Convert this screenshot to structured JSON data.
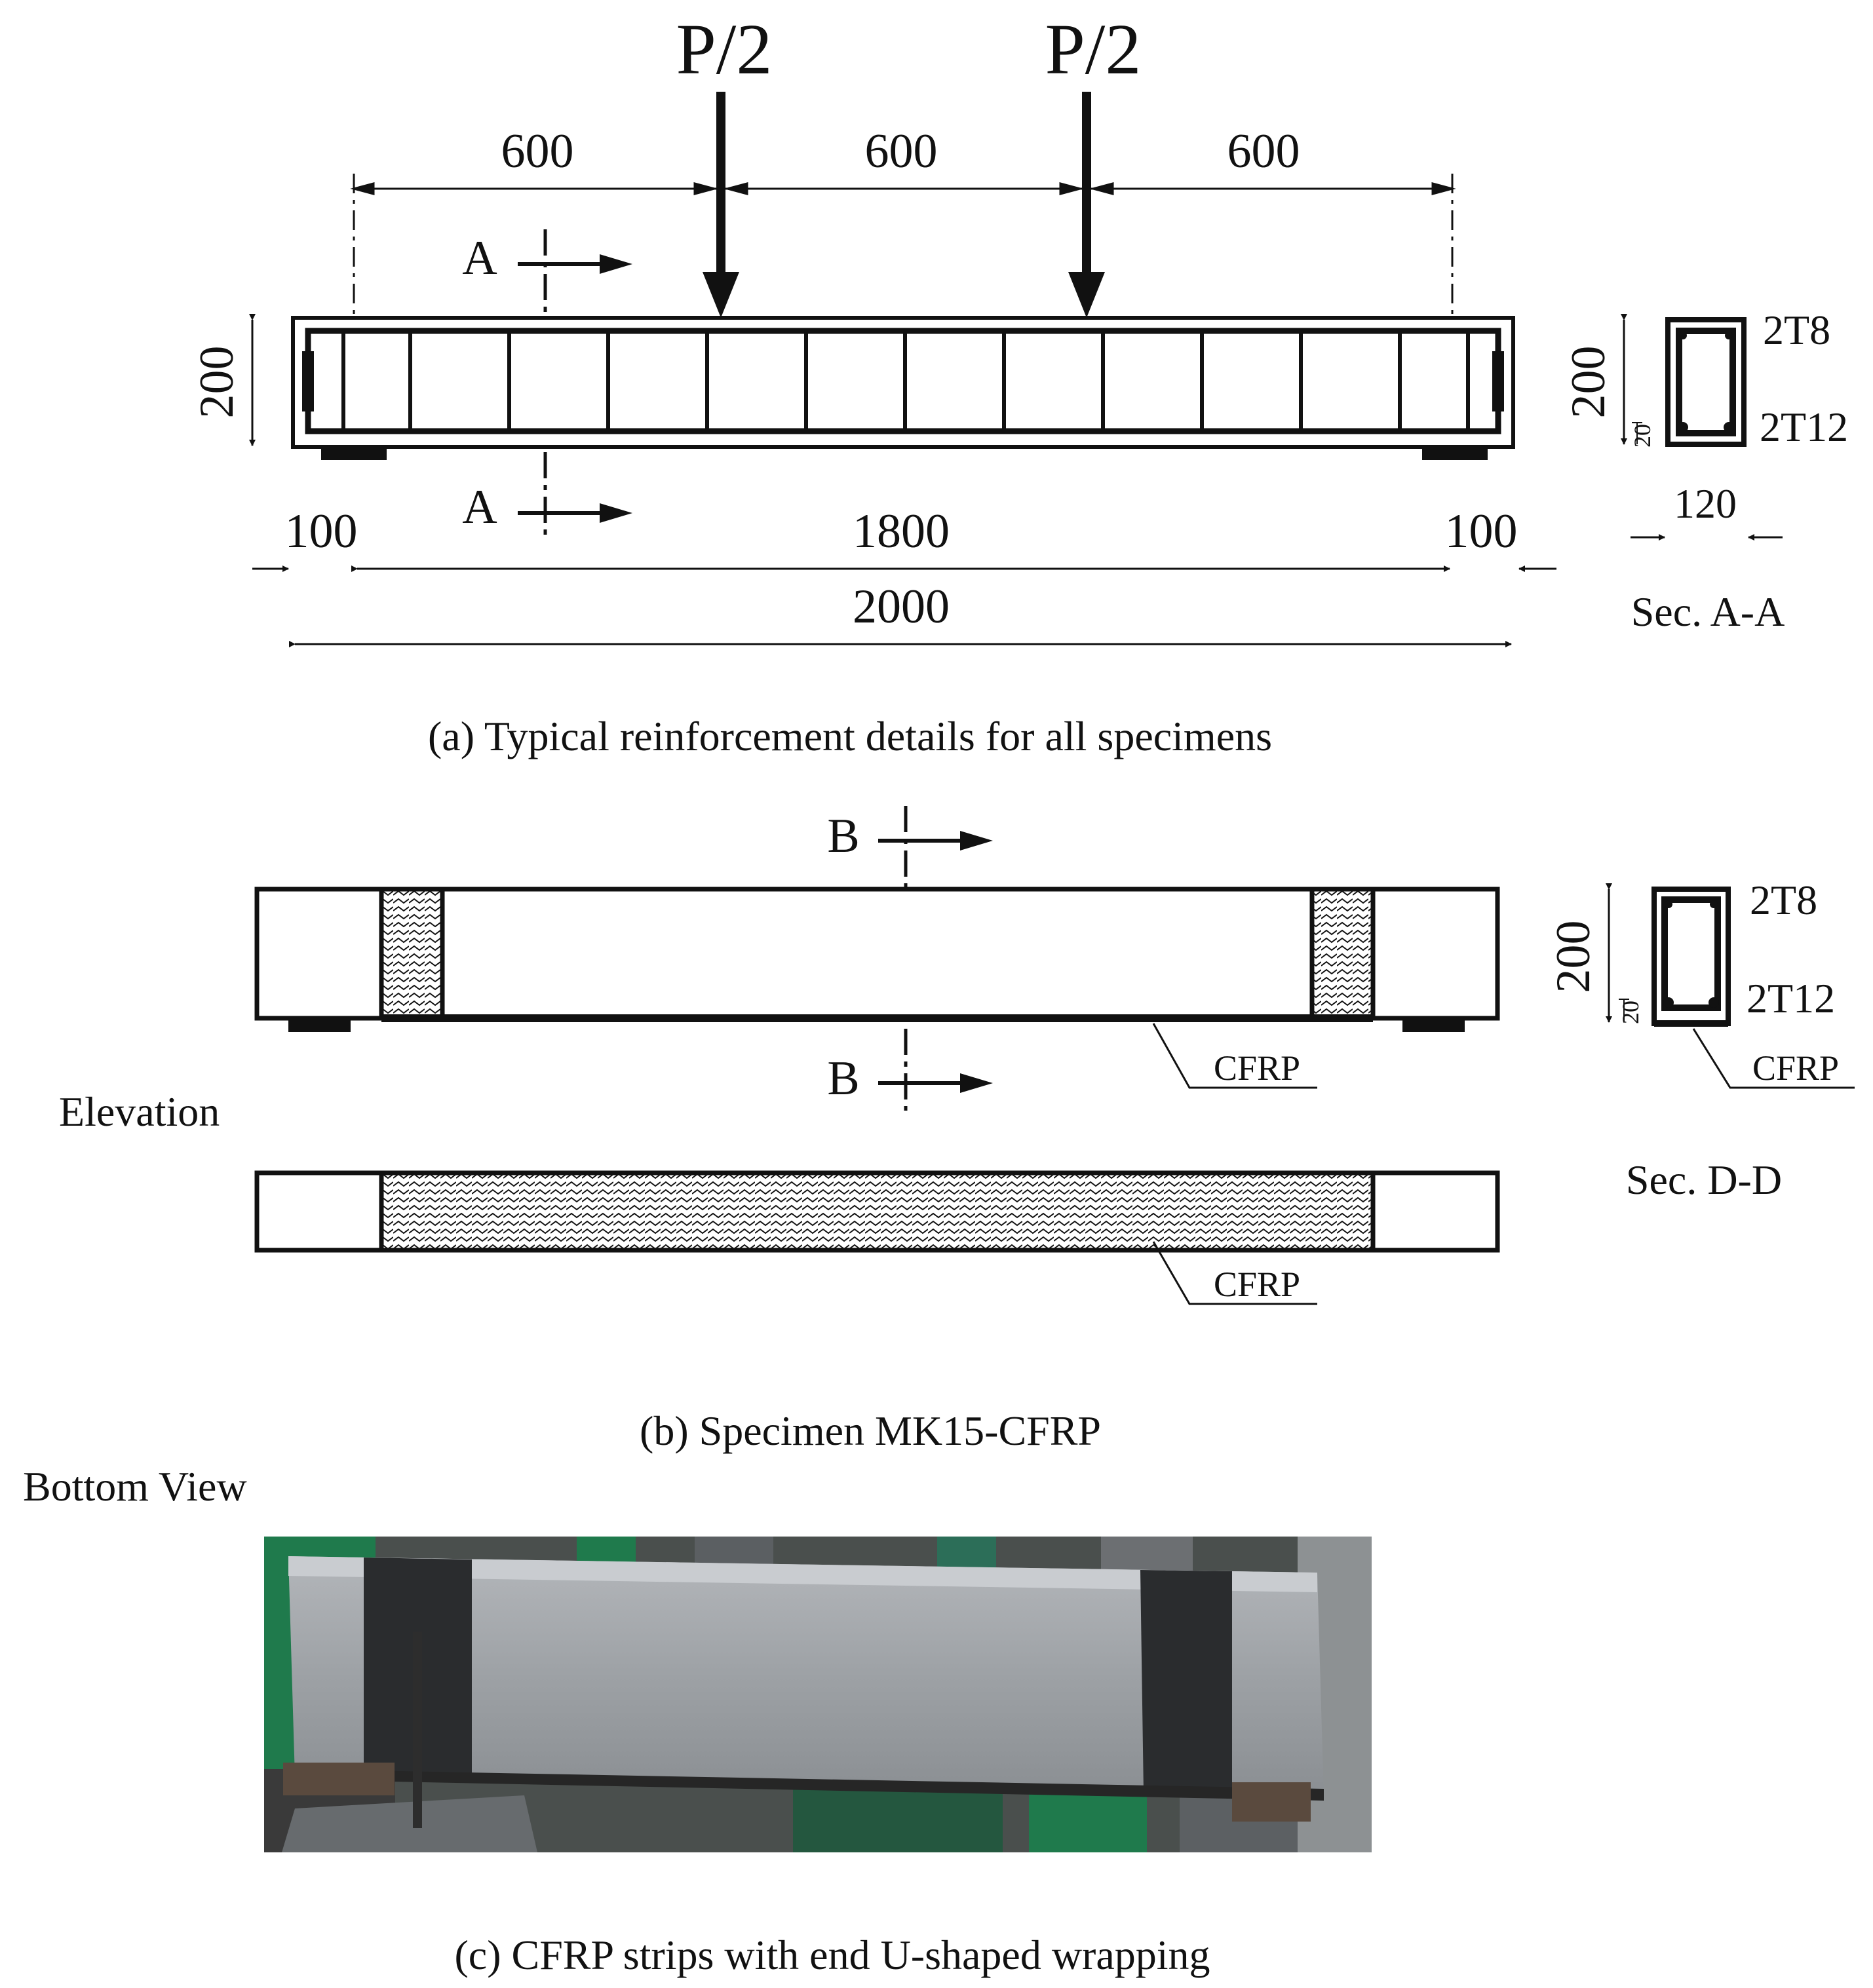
{
  "panel_a": {
    "loads": [
      "P/2",
      "P/2"
    ],
    "top_dims": [
      "600",
      "600",
      "600"
    ],
    "section_marks": [
      "A",
      "A"
    ],
    "height_dim": "200",
    "bottom_dims": {
      "left": "100",
      "middle": "1800",
      "right": "100",
      "overall": "2000"
    },
    "section": {
      "height": "200",
      "cover": "20",
      "width": "120",
      "top_bars": "2T8",
      "bottom_bars": "2T12",
      "title": "Sec. A-A"
    },
    "caption": "(a) Typical reinforcement details for all specimens"
  },
  "panel_b": {
    "section_marks": [
      "B",
      "B"
    ],
    "elevation_label": "Elevation",
    "cfrp_label_elevation": "CFRP",
    "cfrp_label_bottom": "CFRP",
    "section": {
      "height": "200",
      "cover": "20",
      "top_bars": "2T8",
      "bottom_bars": "2T12",
      "cfrp": "CFRP",
      "title": "Sec. D-D"
    },
    "bottom_view_label": "Bottom View",
    "caption": "(b) Specimen MK15-CFRP"
  },
  "panel_c": {
    "caption": "(c) CFRP strips with end U-shaped wrapping"
  },
  "colors": {
    "line": "#111111",
    "concrete": "#9b9ea3",
    "cfrp_wrap": "#2a2c2e",
    "lab_green": "#1f7a4c",
    "lab_dark": "#3a3a3a"
  }
}
